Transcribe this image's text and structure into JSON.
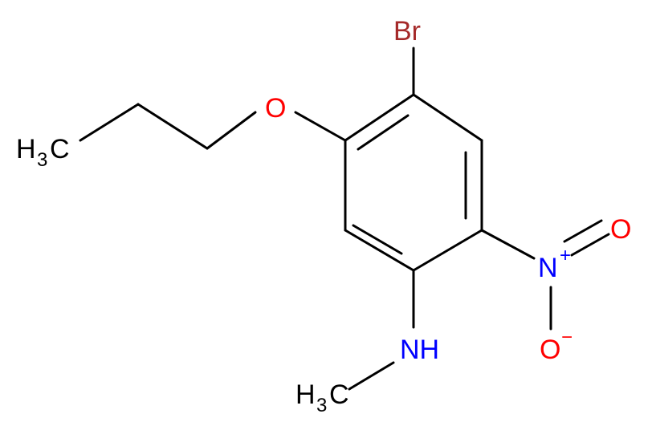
{
  "molecule": {
    "atoms": {
      "br": "Br",
      "o_ether": "O",
      "ch3_propyl": {
        "main": "H",
        "sub": "3",
        "tail": "C"
      },
      "n_nitro": {
        "main": "N",
        "charge": "+"
      },
      "o_double": "O",
      "o_single": {
        "main": "O",
        "charge": "−"
      },
      "nh": "NH",
      "ch3_amine": {
        "main": "H",
        "sub": "3",
        "tail": "C"
      }
    },
    "colors": {
      "bond": "#000000",
      "carbon_label": "#000000",
      "bromine": "#a52a2a",
      "oxygen": "#ff0000",
      "nitrogen": "#0000ff"
    }
  }
}
